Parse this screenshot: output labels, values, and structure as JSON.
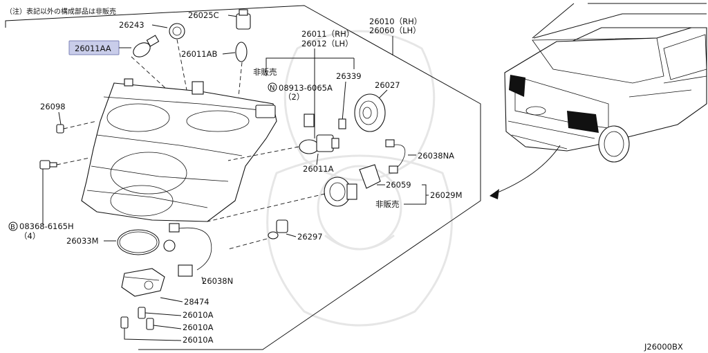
{
  "diagram": {
    "note": "（注）表記以外の構成部品は非販売",
    "not_sold": "非販売",
    "code": "J26000BX",
    "highlight_color": "#c9cdea",
    "labels": {
      "p26243": "26243",
      "p26025c": "26025C",
      "p26011aa": "26011AA",
      "p26011ab": "26011AB",
      "p26011": "26011（RH）",
      "p26012": "26012（LH）",
      "p26010": "26010（RH）",
      "p26060": "26060（LH）",
      "p26339": "26339",
      "p08913": "08913-6065A",
      "q2": "（2）",
      "p26027": "26027",
      "p26098": "26098",
      "p26038na": "26038NA",
      "p26011a": "26011A",
      "p26059": "26059",
      "p26029m": "26029M",
      "p08368": "08368-6165H",
      "q4": "（4）",
      "p26033m": "26033M",
      "p26297": "26297",
      "p26038n": "26038N",
      "p28474": "28474",
      "p26010a1": "26010A",
      "p26010a2": "26010A",
      "p26010a3": "26010A",
      "n_mark": "N",
      "b_mark": "B"
    }
  }
}
